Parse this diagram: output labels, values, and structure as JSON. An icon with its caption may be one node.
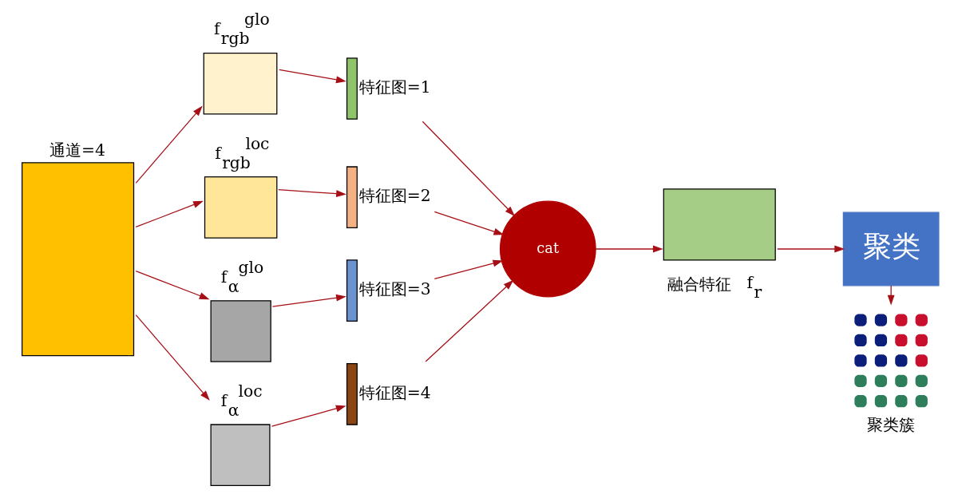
{
  "diagram": {
    "nodes": [
      {
        "text": [],
        "shape": "box",
        "beside": [
          "通道=4"
        ]
      },
      {
        "text": [],
        "shape": "box",
        "beside": [
          "f$_{rgb}$$^{glo}$"
        ]
      },
      {
        "text": [],
        "shape": "box",
        "beside": [
          "f$_{rgb}$$^{loc}$"
        ]
      },
      {
        "text": [],
        "shape": "box",
        "beside": [
          "f$_{α}$$^{glo}$"
        ]
      },
      {
        "text": [],
        "shape": "box",
        "beside": [
          "f$_{α}$$^{loc}$"
        ]
      },
      {
        "text": [],
        "shape": "box",
        "beside": [
          "特征图=1"
        ]
      },
      {
        "text": [],
        "shape": "box",
        "beside": [
          "特征图=2"
        ]
      },
      {
        "text": [],
        "shape": "box",
        "beside": [
          "特征图=3"
        ]
      },
      {
        "text": [],
        "shape": "box",
        "beside": [
          "特征图=4"
        ]
      },
      {
        "text": [
          "cat"
        ]
      },
      {
        "text": [],
        "shape": "box",
        "beside": [
          "融合特征",
          "f$_{r}$"
        ]
      },
      {
        "text": [
          "聚类"
        ]
      },
      {
        "text": [],
        "shape": "picture",
        "beside": [
          "聚类簇"
        ]
      }
    ],
    "edges": [
      {
        "from": 0,
        "to": 1,
        "arrow": "to"
      },
      {
        "from": 0,
        "to": 2,
        "arrow": "to"
      },
      {
        "from": 0,
        "to": 3,
        "arrow": "to"
      },
      {
        "from": 0,
        "to": 4,
        "arrow": "to"
      },
      {
        "from": 1,
        "to": 5,
        "arrow": "to"
      },
      {
        "from": 2,
        "to": 6,
        "arrow": "to"
      },
      {
        "from": 3,
        "to": 7,
        "arrow": "to"
      },
      {
        "from": 4,
        "to": 8,
        "arrow": "to"
      },
      {
        "from": 5,
        "to": 9,
        "arrow": "to"
      },
      {
        "from": 6,
        "to": 9,
        "arrow": "to"
      },
      {
        "from": 7,
        "to": 9,
        "arrow": "to"
      },
      {
        "from": 8,
        "to": 9,
        "arrow": "to"
      },
      {
        "from": 9,
        "to": 10,
        "arrow": "to"
      },
      {
        "from": 10,
        "to": 11,
        "arrow": "to"
      },
      {
        "from": 11,
        "to": 12,
        "arrow": "to"
      }
    ]
  }
}
